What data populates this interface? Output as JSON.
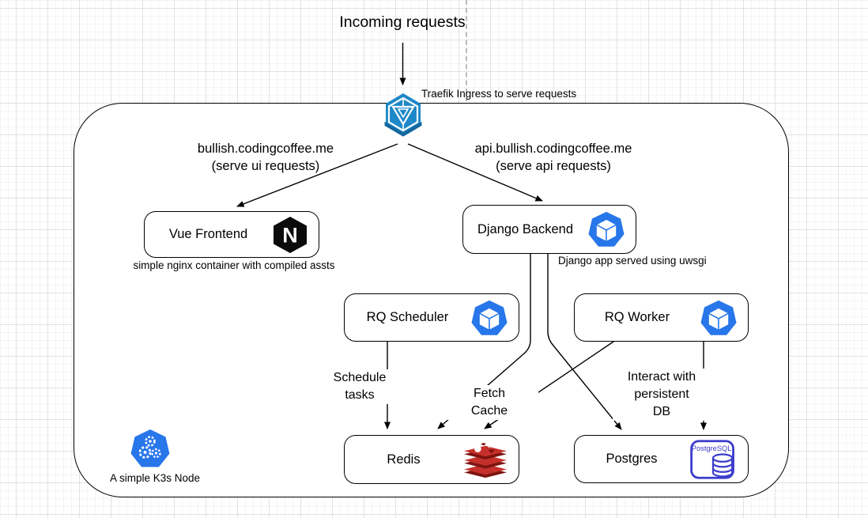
{
  "diagram": {
    "flow": {
      "incoming": "Incoming requests",
      "ingress_note": "Traefik Ingress to serve requests"
    },
    "routes": {
      "ui": {
        "domain": "bullish.codingcoffee.me",
        "sub": "(serve ui requests)"
      },
      "api": {
        "domain": "api.bullish.codingcoffee.me",
        "sub": "(serve api requests)"
      }
    },
    "nodes": {
      "vue": {
        "label": "Vue Frontend",
        "icon": "nginx-icon",
        "icon_letter": "N",
        "note": "simple nginx container with compiled assts"
      },
      "django": {
        "label": "Django Backend",
        "icon": "k8s-pod-icon",
        "note": "Django app served using uwsgi"
      },
      "rq_scheduler": {
        "label": "RQ Scheduler",
        "icon": "k8s-pod-icon"
      },
      "rq_worker": {
        "label": "RQ Worker",
        "icon": "k8s-pod-icon"
      },
      "redis": {
        "label": "Redis",
        "icon": "redis-icon"
      },
      "postgres": {
        "label": "Postgres",
        "icon": "postgresql-icon",
        "icon_text": "PostgreSQL"
      }
    },
    "edge_labels": {
      "schedule_tasks": [
        "Schedule",
        "tasks"
      ],
      "fetch_cache": [
        "Fetch",
        "Cache"
      ],
      "interact_db": [
        "Interact with",
        "persistent",
        "DB"
      ]
    },
    "k3s": {
      "note": "A simple K3s Node",
      "icon": "k3s-node-icon"
    },
    "colors": {
      "k8s_blue": "#2776ea",
      "ingress_blue": "#1e88c9",
      "ingress_dark": "#14679c",
      "nginx_black": "#0b0b0b",
      "redis_red": "#c6302b",
      "redis_dark": "#7c1410",
      "postgres_blue": "#3c3ccc",
      "edge": "#000000"
    }
  }
}
